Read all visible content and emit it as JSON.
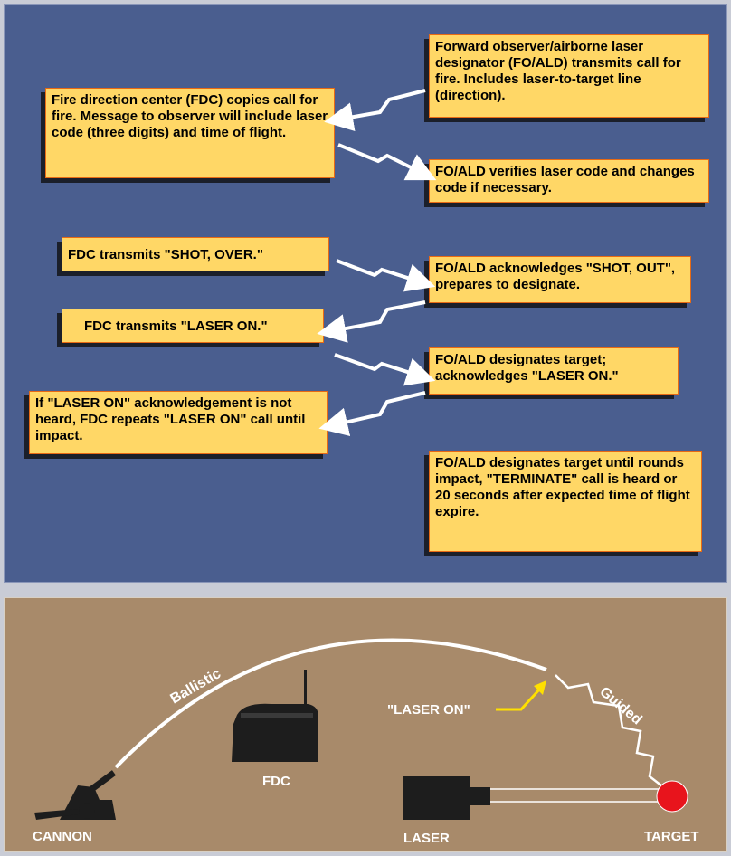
{
  "steps": {
    "fo_call_for_fire": "Forward observer/airborne laser designator (FO/ALD) transmits call for fire.  Includes laser-to-target line (direction).",
    "fdc_copies": "Fire direction center (FDC) copies call for fire.  Message to observer will include laser code (three digits) and time of flight.",
    "fo_verifies": "FO/ALD verifies laser code and changes code if necessary.",
    "fdc_shot": "FDC transmits \"SHOT, OVER.\"",
    "fo_ack_shot": "FO/ALD acknowledges \"SHOT, OUT\", prepares to designate.",
    "fdc_laser_on": "FDC transmits \"LASER ON.\"",
    "fo_designates": "FO/ALD designates target; acknowledges \"LASER ON.\"",
    "fdc_repeats": "If \"LASER ON\" acknowledgement is not heard, FDC repeats \"LASER ON\" call until impact.",
    "fo_until_impact": "FO/ALD designates target until rounds impact, \"TERMINATE\" call is heard or 20 seconds after expected time of flight expire."
  },
  "scene": {
    "ballistic": "Ballistic",
    "guided": "Guided",
    "laser_on": "\"LASER ON\"",
    "fdc": "FDC",
    "cannon": "CANNON",
    "laser": "LASER",
    "target": "TARGET"
  },
  "colors": {
    "top_panel": "#4a5e8f",
    "bottom_panel": "#a88a6a",
    "box_fill": "#ffd766",
    "box_border": "#e86a14",
    "target": "#e8141c",
    "laser_on_arrow": "#ffe000"
  }
}
